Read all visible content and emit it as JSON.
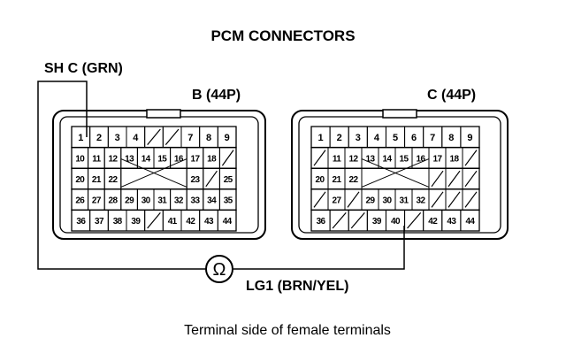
{
  "title": "PCM CONNECTORS",
  "wire_top_label": "SH C (GRN)",
  "wire_bottom_label": "LG1 (BRN/YEL)",
  "meter_symbol": "Ω",
  "caption": "Terminal side of female terminals",
  "connectors": [
    {
      "id": "B",
      "label": "B (44P)",
      "rows": [
        [
          "1",
          "2",
          "3",
          "4",
          "/",
          "/",
          "7",
          "8",
          "9"
        ],
        [
          "10",
          "11",
          "12",
          "13",
          "14",
          "15",
          "16",
          "17",
          "18",
          "/"
        ],
        [
          "20",
          "21",
          "22",
          "X",
          "X",
          "X",
          "X",
          "23",
          "/",
          "25"
        ],
        [
          "26",
          "27",
          "28",
          "29",
          "30",
          "31",
          "32",
          "33",
          "34",
          "35"
        ],
        [
          "36",
          "37",
          "38",
          "39",
          "/",
          "41",
          "42",
          "43",
          "44"
        ]
      ]
    },
    {
      "id": "C",
      "label": "C (44P)",
      "rows": [
        [
          "1",
          "2",
          "3",
          "4",
          "5",
          "6",
          "7",
          "8",
          "9"
        ],
        [
          "/",
          "11",
          "12",
          "13",
          "14",
          "15",
          "16",
          "17",
          "18",
          "/"
        ],
        [
          "20",
          "21",
          "22",
          "X",
          "X",
          "X",
          "X",
          "/",
          "/",
          "/"
        ],
        [
          "/",
          "27",
          "/",
          "29",
          "30",
          "31",
          "32",
          "/",
          "/",
          "/"
        ],
        [
          "36",
          "/",
          "/",
          "39",
          "40",
          "/",
          "42",
          "43",
          "44"
        ]
      ]
    }
  ]
}
